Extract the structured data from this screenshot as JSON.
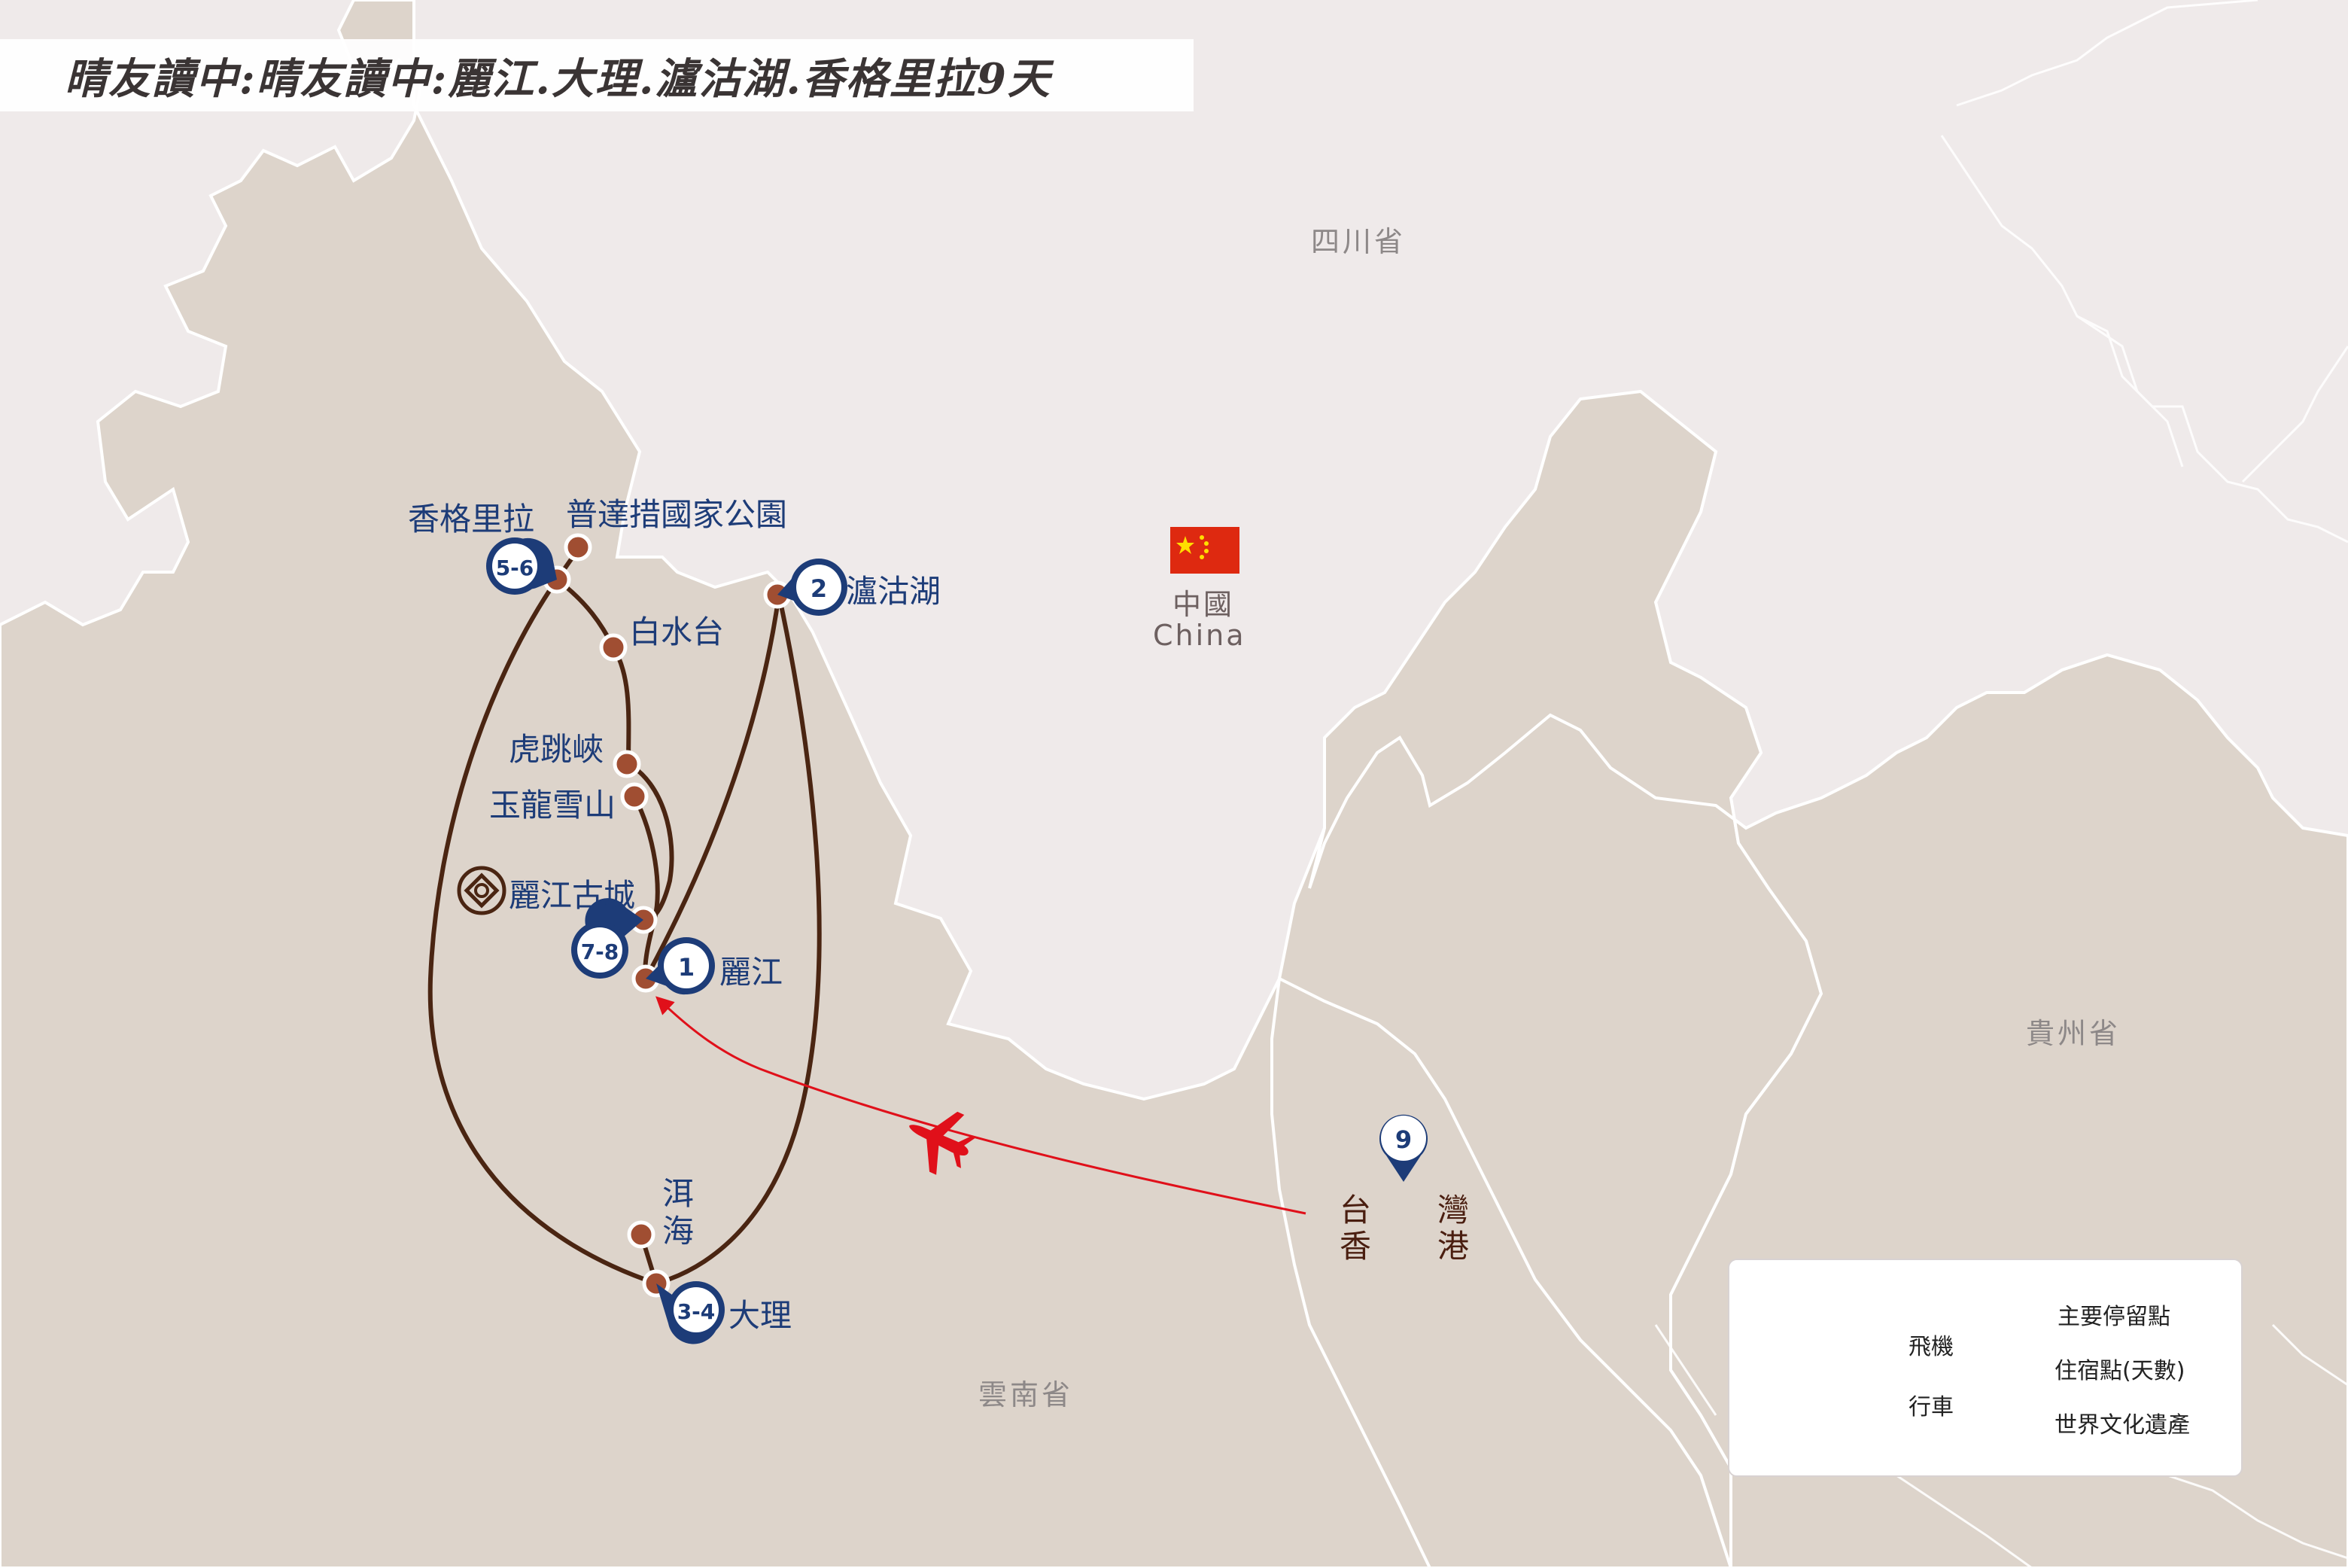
{
  "title": "晴友讀中:晴友讀中:麗江.大理.瀘沽湖.香格里拉9天",
  "regions": {
    "sichuan": "四川省",
    "guizhou": "貴州省",
    "yunnan": "雲南省",
    "china_zh": "中國",
    "china_en": "China"
  },
  "places": {
    "shangrila": "香格里拉",
    "pudacuo": "普達措國家公園",
    "baishuitai": "白水台",
    "tigerleap": "虎跳峽",
    "jadedragon": "玉龍雪山",
    "lijiang_oldtown": "麗江古城",
    "lijiang": "麗江",
    "lugu": "瀘沽湖",
    "erhai_1": "洱",
    "erhai_2": "海",
    "dali": "大理"
  },
  "origin": {
    "tai": "台",
    "wan": "灣",
    "xiang": "香",
    "gang": "港"
  },
  "stay_markers": {
    "lijiang": "1",
    "lugu": "2",
    "dali": "3-4",
    "shangrila": "5-6",
    "oldtown": "7-8",
    "origin": "9"
  },
  "legend": {
    "flight": "飛機",
    "drive": "行車",
    "stop": "主要停留點",
    "stay": "住宿點(天數)",
    "heritage": "世界文化遺產"
  },
  "colors": {
    "background": "#efeaea",
    "land": "#ddd4cb",
    "drive_route": "#4a2512",
    "flight_route": "#e0101a",
    "stop_dot": "#a04e32",
    "stay_pin": "#1d3c78",
    "border": "#ffffff"
  }
}
